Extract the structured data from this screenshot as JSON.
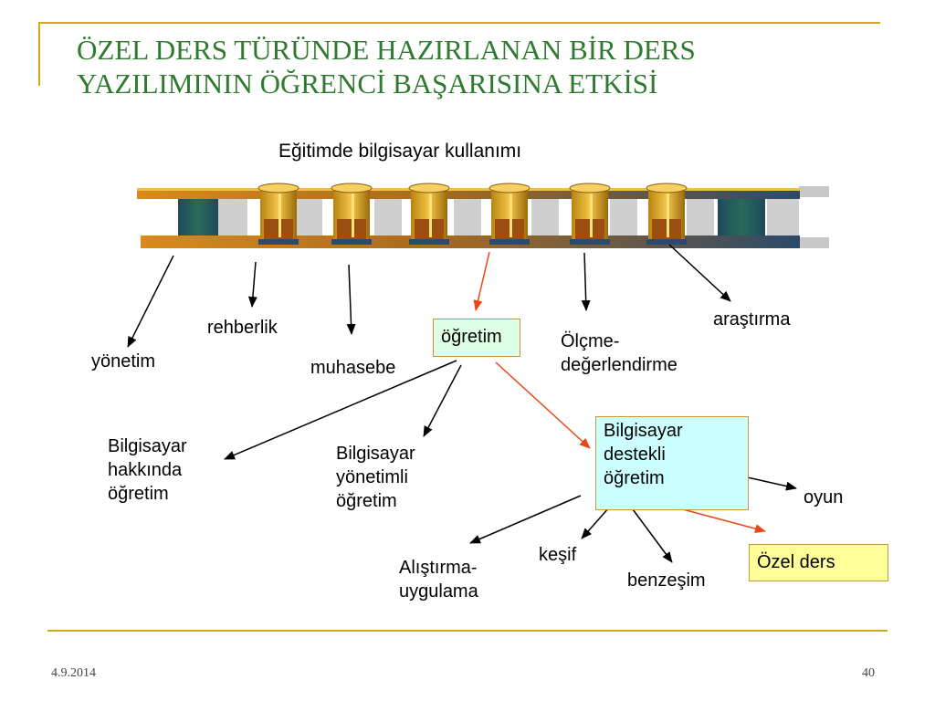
{
  "slide": {
    "title_line1": "ÖZEL DERS TÜRÜNDE HAZIRLANAN BİR DERS",
    "title_line2": "YAZILIMININ ÖĞRENCİ BAŞARISINA ETKİSİ",
    "subtitle": "Eğitimde bilgisayar kullanımı",
    "date": "4.9.2014",
    "page_number": "40"
  },
  "diagram": {
    "branches": {
      "yonetim": "yönetim",
      "rehberlik": "rehberlik",
      "muhasebe": "muhasebe",
      "ogretim": "öğretim",
      "olcme_line1": "Ölçme-",
      "olcme_line2": "değerlendirme",
      "arastirma": "araştırma"
    },
    "ogretim_types": {
      "hakkinda_line1": "Bilgisayar",
      "hakkinda_line2": "hakkında",
      "hakkinda_line3": "öğretim",
      "yonetimli_line1": "Bilgisayar",
      "yonetimli_line2": "yönetimli",
      "yonetimli_line3": "öğretim",
      "destekli_line1": "Bilgisayar",
      "destekli_line2": "destekli",
      "destekli_line3": "öğretim"
    },
    "destekli_types": {
      "alistirma_line1": "Alıştırma-",
      "alistirma_line2": "uygulama",
      "kesif": "keşif",
      "benzesim": "benzeşim",
      "oyun": "oyun",
      "ozel_ders": "Özel ders"
    },
    "colors": {
      "title": "#2e7a2e",
      "frame": "#d9a520",
      "arrow_black": "#000000",
      "arrow_highlight": "#e84818",
      "ogretim_box": "#ddffe6",
      "destekli_box": "#ccffff",
      "ozel_ders_box": "#ffff99"
    }
  }
}
